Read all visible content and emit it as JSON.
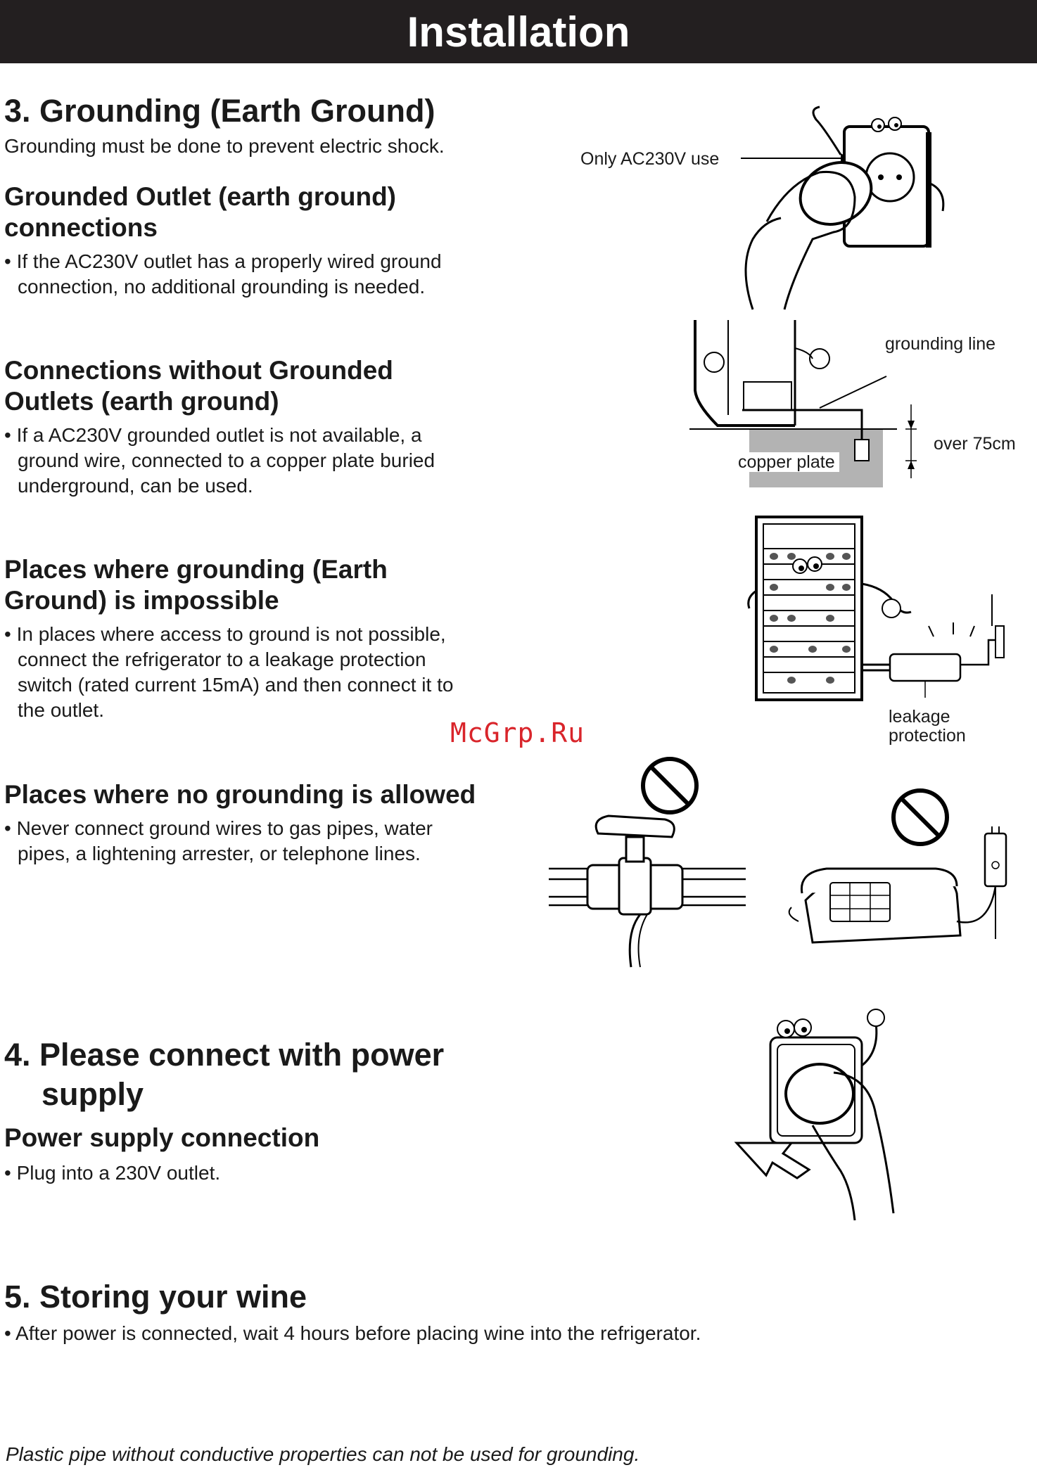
{
  "header": {
    "title": "Installation"
  },
  "section3": {
    "title": "3. Grounding (Earth Ground)",
    "intro": "Grounding must be done to prevent electric shock.",
    "grounded_outlet": {
      "heading_line1": "Grounded Outlet (earth ground)",
      "heading_line2": "connections",
      "bullet_line1": "• If the AC230V outlet has a properly wired ground",
      "bullet_line2": "connection, no additional grounding is needed."
    },
    "without_grounded": {
      "heading_line1": "Connections without Grounded",
      "heading_line2": "Outlets (earth ground)",
      "bullet_line1": "• If a AC230V grounded outlet is not available, a",
      "bullet_line2": "ground wire, connected to a copper plate buried",
      "bullet_line3": "underground, can be used."
    },
    "impossible": {
      "heading_line1": "Places where grounding (Earth",
      "heading_line2": "Ground) is impossible",
      "bullet_line1": "• In places where access to ground is not possible,",
      "bullet_line2": "connect the refrigerator to a leakage protection",
      "bullet_line3": "switch (rated current 15mA) and then connect it to",
      "bullet_line4": "the outlet."
    },
    "not_allowed": {
      "heading": "Places where no grounding is allowed",
      "bullet_line1": "• Never connect ground wires to gas pipes, water",
      "bullet_line2": "pipes, a lightening arrester, or telephone lines."
    }
  },
  "section4": {
    "title_line1": "4. Please connect with power",
    "title_line2": "supply",
    "subheading": "Power supply connection",
    "bullet": "• Plug into a 230V outlet."
  },
  "section5": {
    "title": "5. Storing your wine",
    "bullet": "• After power is connected, wait 4 hours before placing wine into the refrigerator."
  },
  "figures": {
    "outlet_label": "Only AC230V use",
    "grounding_line_label": "grounding line",
    "copper_plate_label": "copper plate",
    "depth_label": "over 75cm",
    "leakage_label_line1": "leakage",
    "leakage_label_line2": "protection"
  },
  "watermark": "McGrp.Ru",
  "footnote": "Plastic pipe without conductive properties can not be used for grounding.",
  "colors": {
    "banner": "#231f20",
    "watermark": "#d9252b",
    "ground": "#b3b3b3"
  },
  "icons": [
    "outlet-icon",
    "refrigerator-icon",
    "prohibited-icon",
    "pipe-icon",
    "telephone-icon",
    "arrow-icon"
  ]
}
